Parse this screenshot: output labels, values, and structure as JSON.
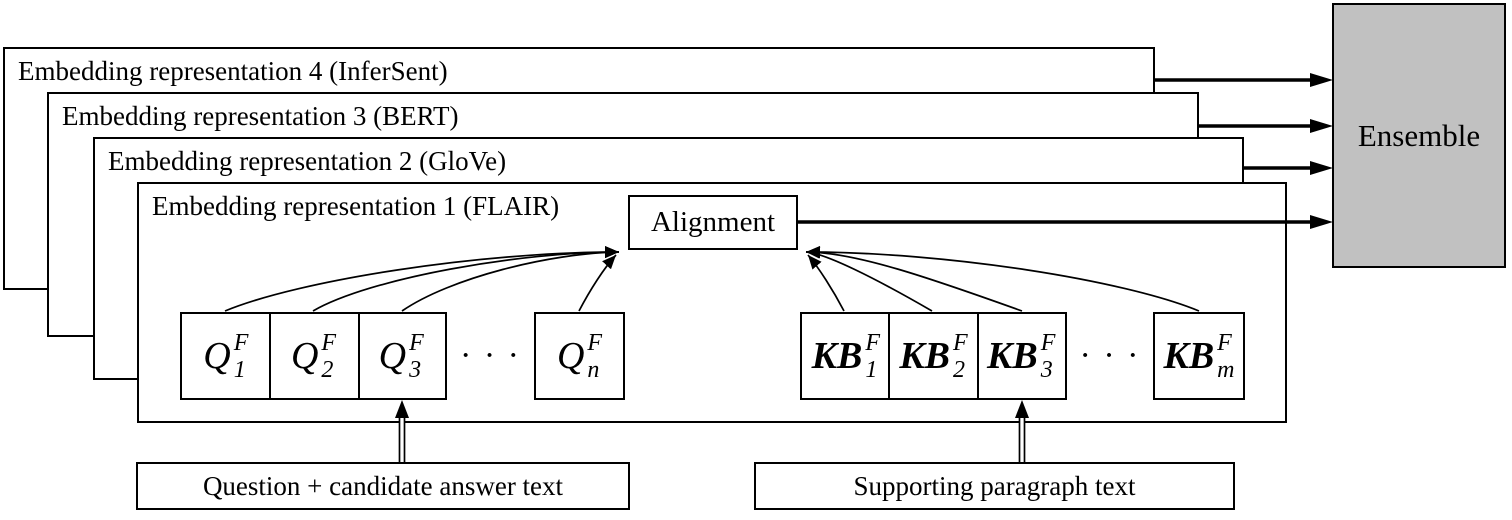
{
  "colors": {
    "ensemble_fill": "#c1c1c1",
    "line": "#000000"
  },
  "layers": [
    {
      "label": "Embedding representation 4 (InferSent)"
    },
    {
      "label": "Embedding representation 3 (BERT)"
    },
    {
      "label": "Embedding representation 2 (GloVe)"
    },
    {
      "label": "Embedding representation 1 (FLAIR)"
    }
  ],
  "ensemble": {
    "label": "Ensemble"
  },
  "alignment": {
    "label": "Alignment"
  },
  "tokens": {
    "question": {
      "items": [
        {
          "base": "Q",
          "sup": "F",
          "sub": "1"
        },
        {
          "base": "Q",
          "sup": "F",
          "sub": "2"
        },
        {
          "base": "Q",
          "sup": "F",
          "sub": "3"
        },
        {
          "base": "Q",
          "sup": "F",
          "sub": "n"
        }
      ],
      "ellipsis": "· · ·"
    },
    "knowledge": {
      "items": [
        {
          "base": "KB",
          "sup": "F",
          "sub": "1"
        },
        {
          "base": "KB",
          "sup": "F",
          "sub": "2"
        },
        {
          "base": "KB",
          "sup": "F",
          "sub": "3"
        },
        {
          "base": "KB",
          "sup": "F",
          "sub": "m"
        }
      ],
      "ellipsis": "· · ·"
    }
  },
  "inputs": {
    "question_label": "Question + candidate answer text",
    "paragraph_label": "Supporting paragraph text"
  }
}
